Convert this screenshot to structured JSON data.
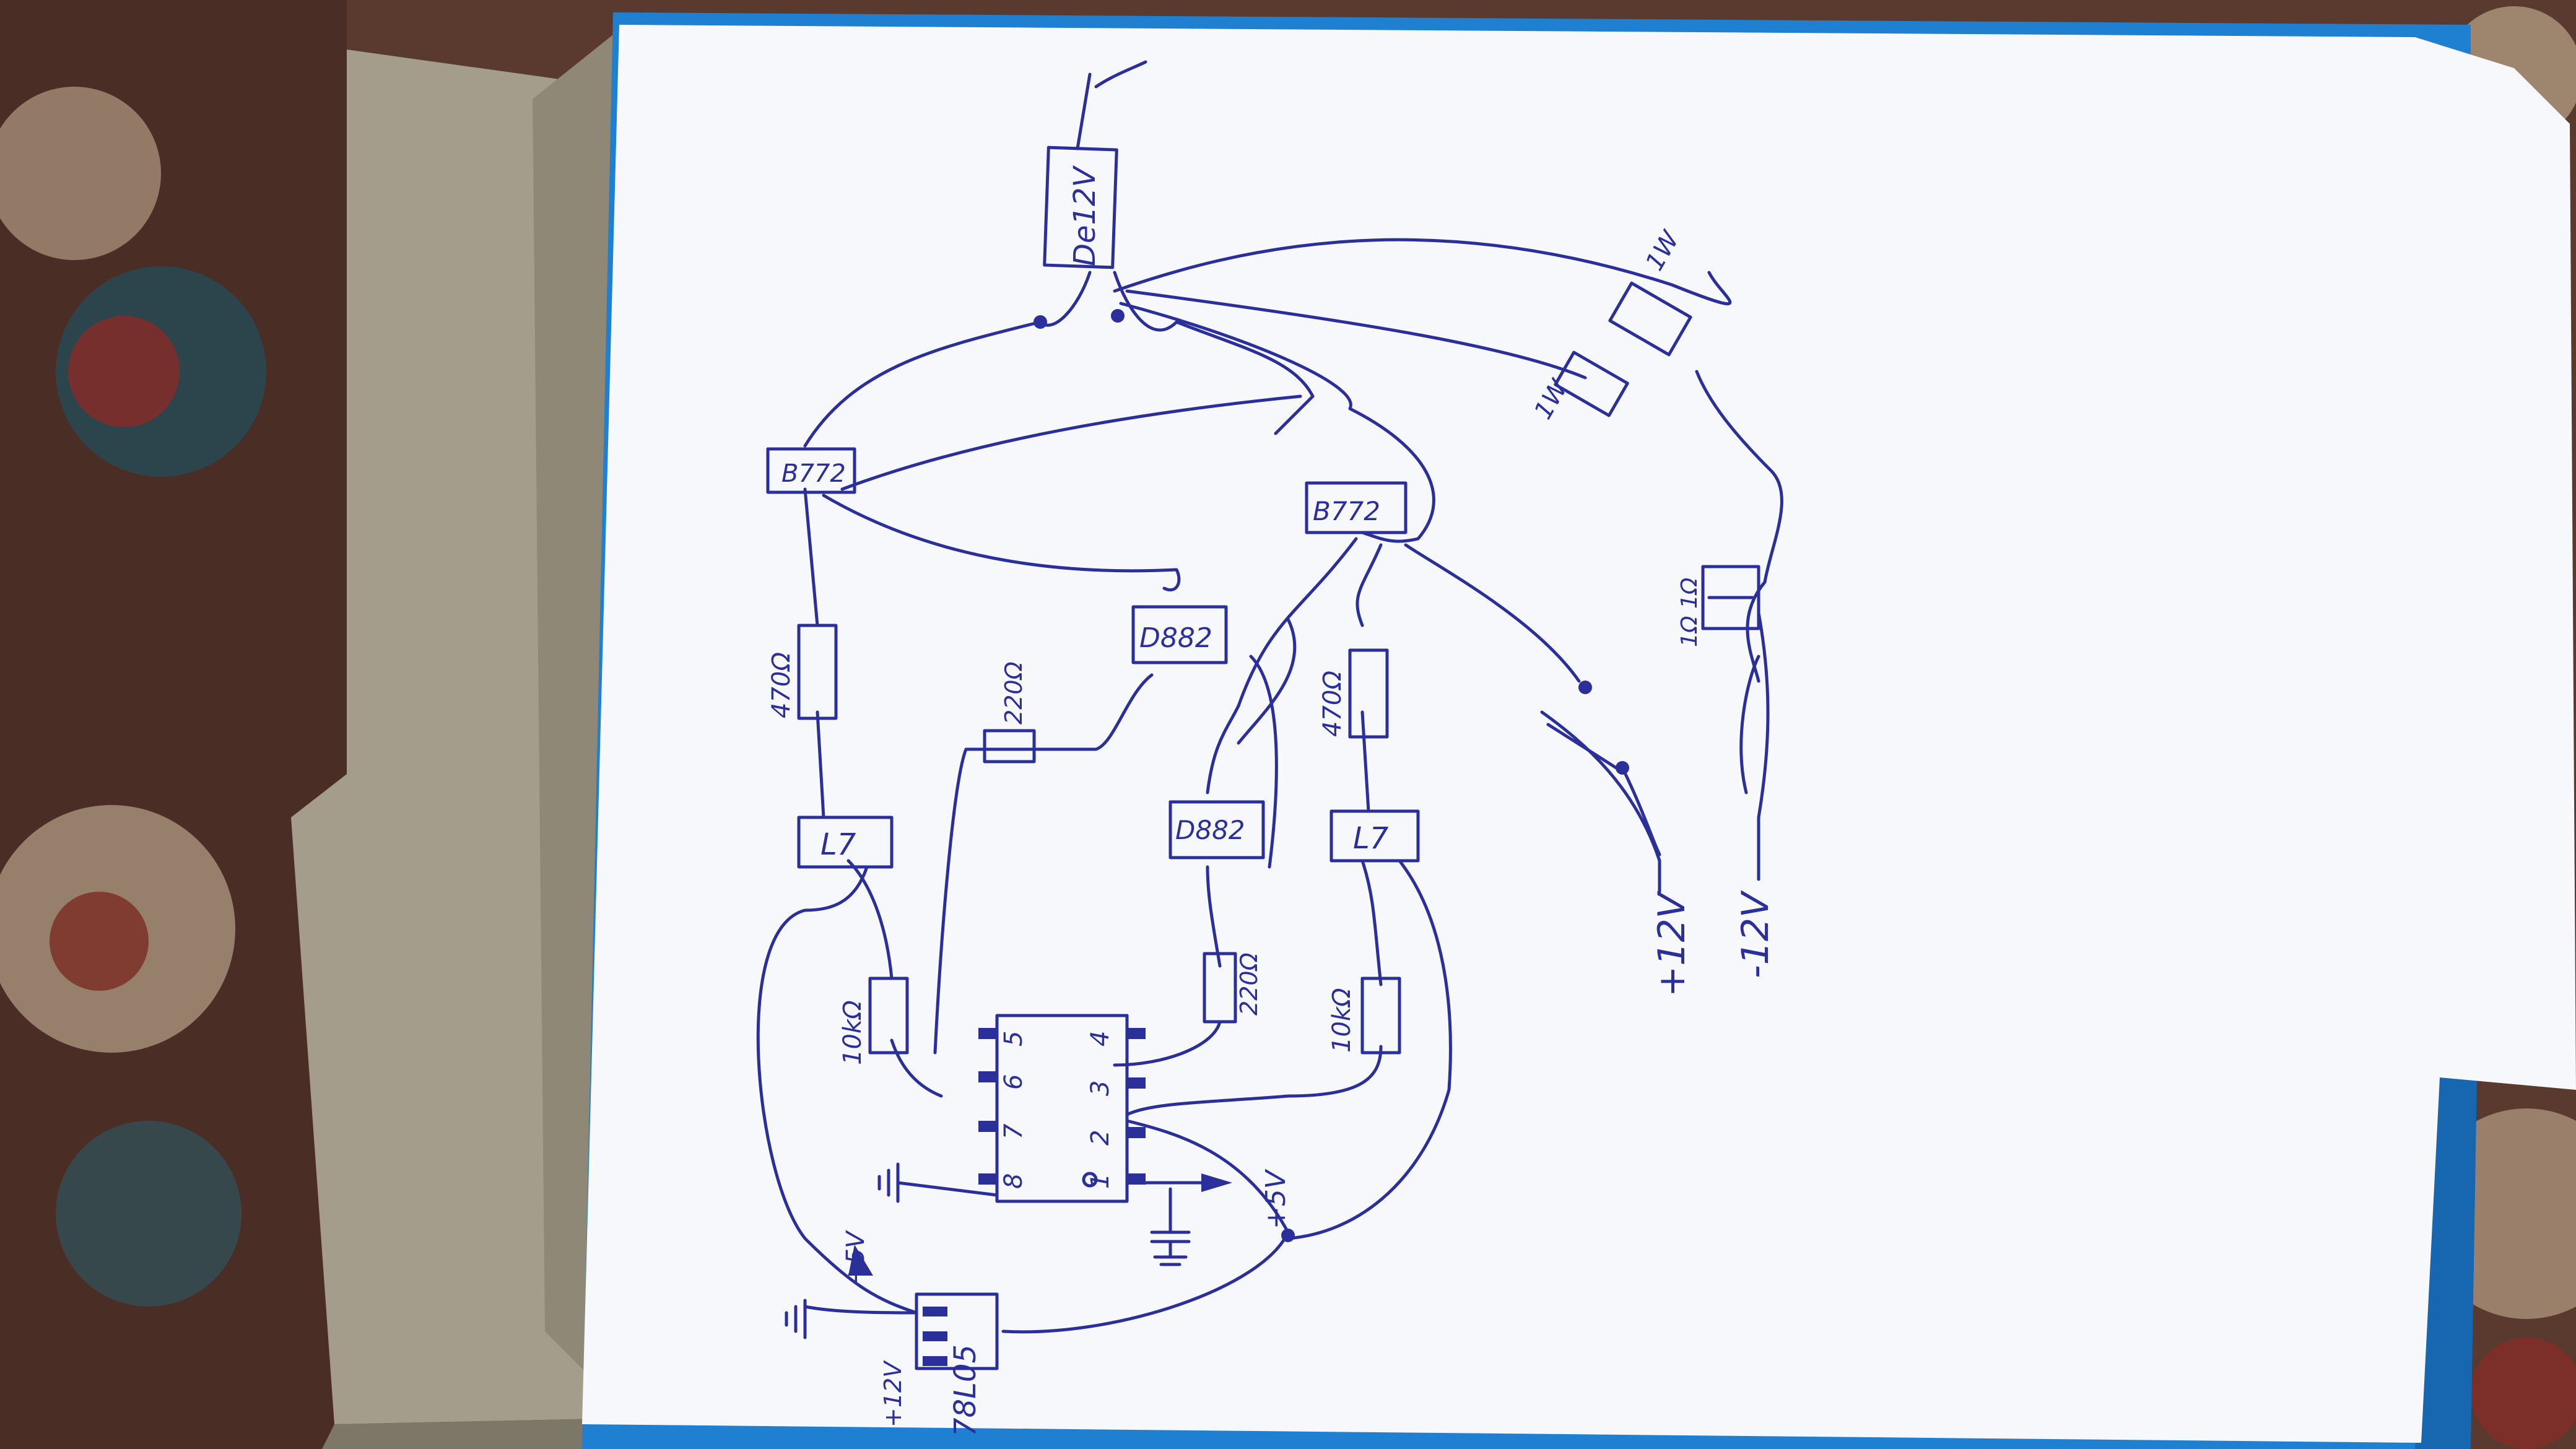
{
  "background": {
    "carpet_color": "#5a3a2e",
    "box_color": "#a49d8c",
    "blue_folder_color": "#1f7fd0",
    "paper_color": "#f7f8fc",
    "ink_color": "#2b2f9a"
  },
  "components": {
    "speaker": "De12V",
    "transistor_top_left": "B772",
    "transistor_top_right": "B772",
    "transistor_mid": "D882",
    "transistor_low": "D882",
    "regulator_left": "L7",
    "regulator_right": "L7",
    "regulator_bottom": "78L05",
    "resistor_470_left": "470Ω",
    "resistor_470_right": "470Ω",
    "resistor_220_top": "220Ω",
    "resistor_220_low": "220Ω",
    "resistor_10k_left": "10kΩ",
    "resistor_10k_right": "10kΩ",
    "resistor_1w_top": "1W",
    "resistor_1w_low": "1W",
    "resistor_1_pair": "1Ω 1Ω"
  },
  "ic": {
    "pins_top": [
      "5",
      "6",
      "7",
      "8"
    ],
    "pins_bottom": [
      "4",
      "3",
      "2",
      "1"
    ]
  },
  "supply": {
    "pos12": "+12V",
    "neg12": "-12V",
    "pos5_a": "+5V",
    "pos5_b": "+5V",
    "pos12_reg": "+12V"
  }
}
